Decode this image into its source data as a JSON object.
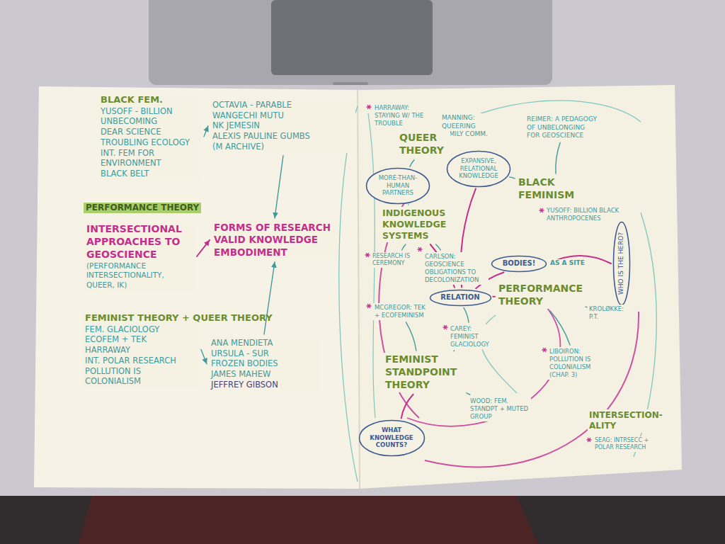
{
  "diagram": {
    "nodes": [
      {
        "text": [
          "BLACK FEM.",
          "YUSOFF - BILLION",
          "UNBECOMING",
          "DEAR SCIENCE",
          "TROUBLING ECOLOGY",
          "INT. FEM FOR ENVIRONMENT",
          "BLACK BELT"
        ]
      },
      {
        "text": [
          "OCTAVIA - PARABLE",
          "WANGECHI MUTU",
          "NK JEMESIN",
          "ALEXIS PAULINE GUMBS",
          "(M ARCHIVE)"
        ]
      },
      {
        "text": [
          "INTERSECTIONAL APPROACHES TO GEOSCIENCE",
          "(PERFORMANCE INTERSECTIONALITY, QUEER, IK)"
        ]
      },
      {
        "text": [
          "FORMS OF RESEARCH VALID KNOWLEDGE EMBODIMENT"
        ]
      },
      {
        "text": [
          "FEMINIST THEORY + QUEER THEORY",
          "FEM. GLACIOLOGY",
          "ECOFEM + TEK",
          "HARRAWAY",
          "INT. POLAR RESEARCH",
          "POLLUTION IS COLONIALISM"
        ]
      },
      {
        "text": [
          "ANA MENDIETA",
          "URSULA - SUR",
          "FROZEN BODIES",
          "JAMES MAHEW",
          "JEFFREY GIBSON"
        ]
      },
      {
        "text": [
          "HARRAWAY: STAYING W/ THE TROUBLE"
        ]
      },
      {
        "text": [
          "MANNING: QUEERING FAMILY COMM."
        ]
      },
      {
        "text": [
          "REIMER: A PEDAGOGY OF UNBELONGING FOR GEOSCIENCE"
        ]
      },
      {
        "text": [
          "QUEER THEORY"
        ]
      },
      {
        "text": [
          "MORE-THAN-HUMAN PARTNERS"
        ]
      },
      {
        "text": [
          "EXPANSIVE, RELATIONAL KNOWLEDGE"
        ]
      },
      {
        "text": [
          "BLACK FEMINISM"
        ]
      },
      {
        "text": [
          "YUSOFF: BILLION BLACK ANTHROPOCENES"
        ]
      },
      {
        "text": [
          "INDIGENOUS KNOWLEDGE SYSTEMS"
        ]
      },
      {
        "text": [
          "WHO IS THE HERO?"
        ]
      },
      {
        "text": [
          "RESEARCH IS CEREMONY"
        ]
      },
      {
        "text": [
          "CARLSON: GEOSCIENCE OBLIGATIONS TO DECOLONIZATION"
        ]
      },
      {
        "text": [
          "BODIES!"
        ]
      },
      {
        "text": [
          "RELATION"
        ]
      },
      {
        "text": [
          "PERFORMANCE THEORY"
        ]
      },
      {
        "text": [
          "KROLØKKE: P.T."
        ]
      },
      {
        "text": [
          "MCGREGOR: TEK + ECOFEMINISM"
        ]
      },
      {
        "text": [
          "CAREY: FEMINIST GLACIOLOGY"
        ]
      },
      {
        "text": [
          "LIBOIRON: POLLUTION IS COLONIALISM (CHAP. 3)"
        ]
      },
      {
        "text": [
          "FEMINIST STANDPOINT THEORY"
        ]
      },
      {
        "text": [
          "WOOD: FEM. STANDPT + MUTED GROUP"
        ]
      },
      {
        "text": [
          "WHAT KNOWLEDGE COUNTS?"
        ]
      },
      {
        "text": [
          "INTERSECTION-ALITY"
        ]
      },
      {
        "text": [
          "SEAG: INTRSECC + POLAR RESEARCH"
        ]
      }
    ],
    "edges": [
      {
        "from": 0,
        "to": 1,
        "arrow": "to"
      },
      {
        "from": 1,
        "to": 3,
        "arrow": "to"
      },
      {
        "from": 2,
        "to": 3,
        "arrow": "to"
      },
      {
        "from": 4,
        "to": 5,
        "arrow": "to"
      },
      {
        "from": 5,
        "to": 3,
        "arrow": "to"
      },
      {
        "from": 9,
        "to": 7,
        "arrow": "none"
      },
      {
        "from": 9,
        "to": 10,
        "arrow": "none"
      },
      {
        "from": 12,
        "to": 8,
        "arrow": "none"
      },
      {
        "from": 12,
        "to": 11,
        "arrow": "none"
      },
      {
        "from": 14,
        "to": 10,
        "arrow": "none"
      },
      {
        "from": 14,
        "to": 16,
        "arrow": "none"
      },
      {
        "from": 14,
        "to": 17,
        "arrow": "none"
      },
      {
        "from": 19,
        "to": 14,
        "arrow": "none"
      },
      {
        "from": 19,
        "to": 18,
        "arrow": "none"
      },
      {
        "from": 19,
        "to": 20,
        "arrow": "none"
      },
      {
        "from": 18,
        "to": 15,
        "arrow": "none"
      },
      {
        "from": 20,
        "to": 21,
        "arrow": "none"
      },
      {
        "from": 20,
        "to": 24,
        "arrow": "none"
      },
      {
        "from": 25,
        "to": 22,
        "arrow": "none"
      },
      {
        "from": 25,
        "to": 23,
        "arrow": "none"
      },
      {
        "from": 25,
        "to": 26,
        "arrow": "none"
      },
      {
        "from": 25,
        "to": 27,
        "arrow": "none"
      },
      {
        "from": 23,
        "to": 19,
        "arrow": "none"
      },
      {
        "from": 11,
        "to": 19,
        "arrow": "none"
      }
    ],
    "labels": [
      "PERFORMANCE THEORY",
      "AS A SITE"
    ]
  }
}
